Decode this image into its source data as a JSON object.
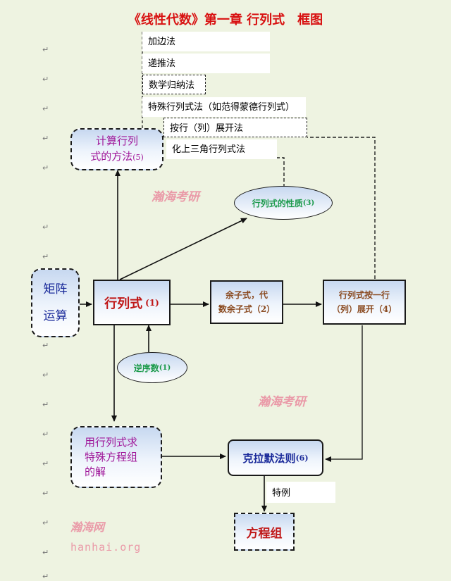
{
  "title": "《线性代数》第一章 行列式　框图",
  "paragraph_mark": "↵",
  "methods": [
    "加边法",
    "递推法",
    "数学归纳法",
    "特殊行列式法（如范得蒙德行列式）",
    "按行（列）展开法",
    "化上三角行列式法"
  ],
  "nodes": {
    "calc_methods": {
      "line1": "计算行列",
      "line2": "式的方法",
      "num": "(5)"
    },
    "matrix_ops": {
      "line1": "矩阵",
      "line2": "运算"
    },
    "determinant": {
      "label": "行列式",
      "num": "(1)"
    },
    "cofactor": {
      "line1": "余子式，代",
      "line2": "数余子式（2）"
    },
    "expansion": {
      "line1": "行列式按一行",
      "line2": "（列）展开（4）"
    },
    "properties": {
      "label": "行列式的性质",
      "num": "(3)"
    },
    "inversion": {
      "label": "逆序数",
      "num": "(1)"
    },
    "special_eq": {
      "line1": "用行列式求",
      "line2": "特殊方程组",
      "line3": "的解"
    },
    "cramer": {
      "label": "克拉默法则",
      "num": "(6)"
    },
    "special_case": {
      "label": "特例"
    },
    "equations": {
      "label": "方程组"
    }
  },
  "watermarks": {
    "top": "瀚海考研",
    "middle": "瀚海考研",
    "bottom_name": "瀚海网",
    "bottom_url": "hanhai.org"
  },
  "colors": {
    "title": "#d81010",
    "calc_methods": "#a0189a",
    "matrix_ops": "#1a2a9a",
    "determinant": "#c01818",
    "cofactor": "#8a4a20",
    "expansion": "#8a4a20",
    "properties": "#1a9a4a",
    "inversion": "#1a9a4a",
    "special_eq": "#a0189a",
    "cramer": "#1a2a9a",
    "equations": "#c01818"
  }
}
